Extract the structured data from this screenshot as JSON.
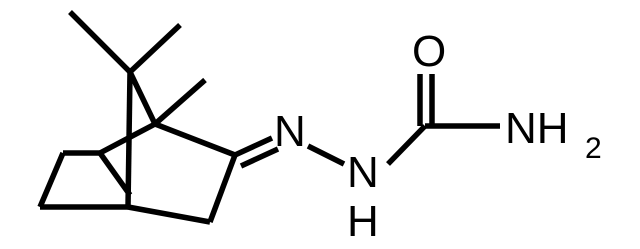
{
  "molecule": {
    "atoms": {
      "oxygen": "O",
      "imine_nitrogen": "N",
      "hydrazone_nh_n": "N",
      "hydrazone_nh_h": "H",
      "amide_n": "NH",
      "amide_subscript": "2"
    }
  },
  "colors": {
    "ink": "#000000",
    "background": "#ffffff"
  }
}
